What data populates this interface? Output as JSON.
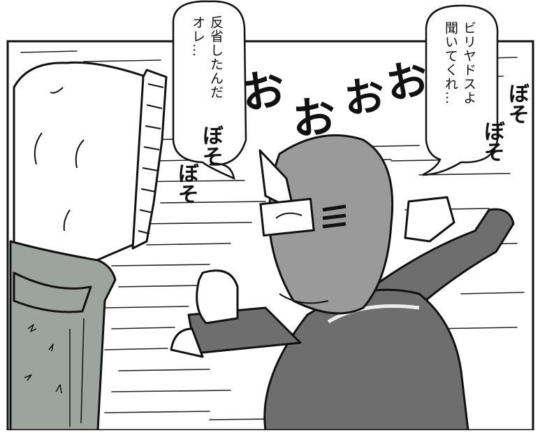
{
  "panel": {
    "bubble_left": [
      "反省したんだ",
      "オレ…"
    ],
    "bubble_right": [
      "ビリヤドスよ",
      "聞いてくれ…"
    ],
    "sfx_main": [
      "お",
      "お",
      "お",
      "お"
    ],
    "sfx_mutter_right": [
      "ぼそ",
      "ぼそ"
    ],
    "sfx_mutter_left": [
      "ぼそ",
      "ぼそ"
    ]
  },
  "colors": {
    "ink": "#111111",
    "paper": "#ffffff",
    "helmet_gray": "#9a9a9a",
    "body_dark": "#6e6e6e",
    "cloth_gray": "#9da49d"
  }
}
